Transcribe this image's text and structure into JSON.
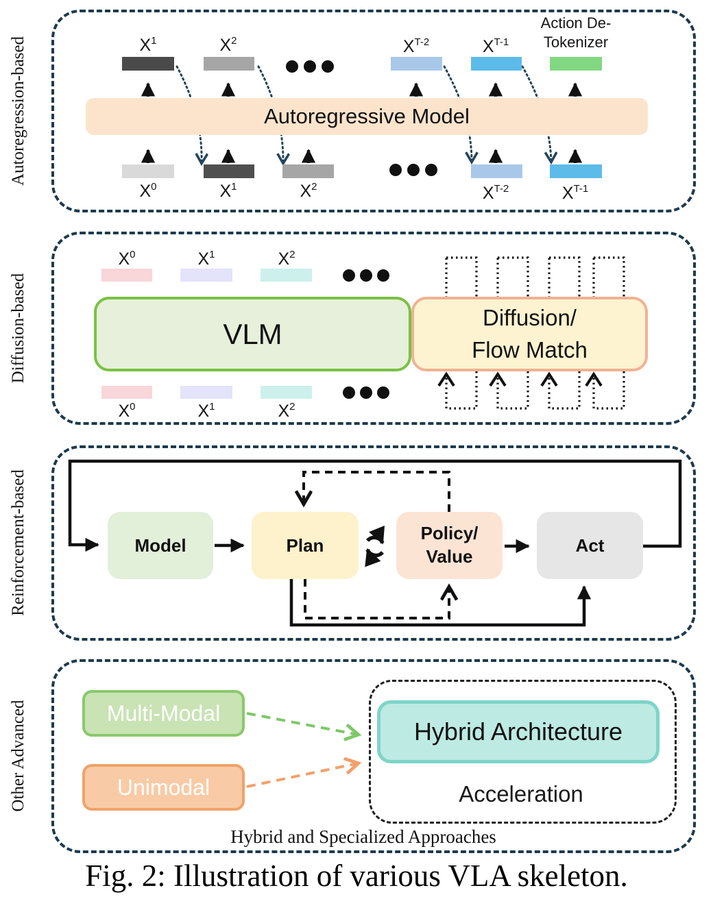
{
  "figure_caption": "Fig. 2: Illustration of various VLA skeleton.",
  "colors": {
    "panel-border": "#1c3a4e",
    "line-black": "#111111",
    "curve-navy": "#24455c",
    "green-arrow": "#7dc868",
    "orange-arrow": "#f2a06a"
  },
  "autoregression": {
    "side_label": "Autoregression-based",
    "model_box": {
      "label": "Autoregressive Model",
      "fill": "#fce4cc"
    },
    "detokenizer": {
      "label": "Action De-Tokenizer",
      "fill": "#82d882"
    },
    "top_tokens": [
      {
        "base": "X",
        "sub": "1",
        "fill": "#4a4a4a"
      },
      {
        "base": "X",
        "sub": "2",
        "fill": "#a6a6a6"
      },
      {
        "base": "X",
        "sub": "T-2",
        "fill": "#a9c8e9"
      },
      {
        "base": "X",
        "sub": "T-1",
        "fill": "#5cbbe9"
      }
    ],
    "bottom_tokens": [
      {
        "base": "X",
        "sub": "0",
        "fill": "#d9d9d9"
      },
      {
        "base": "X",
        "sub": "1",
        "fill": "#4f4f4f"
      },
      {
        "base": "X",
        "sub": "2",
        "fill": "#a6a6a6"
      },
      {
        "base": "X",
        "sub": "T-2",
        "fill": "#a9c8e9"
      },
      {
        "base": "X",
        "sub": "T-1",
        "fill": "#5cbbe9"
      }
    ]
  },
  "diffusion": {
    "side_label": "Diffusion-based",
    "vlm_box": {
      "label": "VLM",
      "fill": "#e6f0da",
      "border": "#7ac143"
    },
    "diffusion_box": {
      "label": "Diffusion/\nFlow Match",
      "fill": "#fdf3d0",
      "border": "#f0b294"
    },
    "tokens": [
      {
        "base": "X",
        "sub": "0",
        "fill": "#f8d6da"
      },
      {
        "base": "X",
        "sub": "1",
        "fill": "#e3e3fa"
      },
      {
        "base": "X",
        "sub": "2",
        "fill": "#cdf0ec"
      }
    ]
  },
  "reinforcement": {
    "side_label": "Reinforcement-based",
    "boxes": [
      {
        "label": "Model",
        "fill": "#e2efd9"
      },
      {
        "label": "Plan",
        "fill": "#fef2cc"
      },
      {
        "label": "Policy/\nValue",
        "fill": "#fce4d4"
      },
      {
        "label": "Act",
        "fill": "#e7e6e6"
      }
    ]
  },
  "other_advanced": {
    "side_label": "Other Advanced",
    "multimodal_box": {
      "label": "Multi-Modal",
      "fill": "#c9e3b4",
      "border": "#8bc86d"
    },
    "unimodal_box": {
      "label": "Unimodal",
      "fill": "#f8cba6",
      "border": "#f0a269"
    },
    "hybrid_box": {
      "label": "Hybrid Architecture",
      "fill": "#bdeae3",
      "border": "#7dd5c8"
    },
    "acceleration_label": "Acceleration",
    "group_caption": "Hybrid and Specialized Approaches"
  }
}
